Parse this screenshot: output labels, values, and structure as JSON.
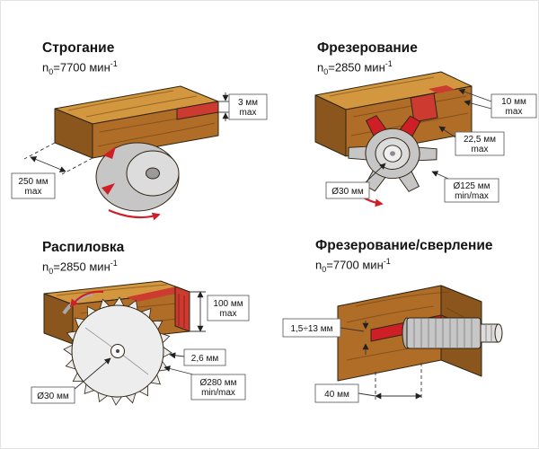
{
  "colors": {
    "wood_top": "#d2973f",
    "wood_front": "#b06d27",
    "wood_side": "#8a561d",
    "wood_cut_red": "#cd3a30",
    "accent_red": "#cf1f26",
    "metal_mid": "#c6c6c6",
    "metal_light": "#dcdcdc",
    "outline": "#2f2412",
    "dim_line": "#333333",
    "box_border": "#666666",
    "text": "#111111"
  },
  "panels": {
    "planing": {
      "title": "Строгание",
      "speed": {
        "base": "n",
        "sub": "0",
        "value": "=7700 мин",
        "sup": "-1"
      },
      "dims": {
        "depth": {
          "value": "3 мм",
          "note": "max"
        },
        "width": {
          "value": "250 мм",
          "note": "max"
        }
      }
    },
    "milling": {
      "title": "Фрезерование",
      "speed": {
        "base": "n",
        "sub": "0",
        "value": "=2850 мин",
        "sup": "-1"
      },
      "dims": {
        "depth": {
          "value": "10 мм",
          "note": "max"
        },
        "height": {
          "value": "22,5 мм",
          "note": "max"
        },
        "bore": {
          "value": "Ø30 мм"
        },
        "diameter": {
          "value": "Ø125 мм",
          "note": "min/max"
        }
      }
    },
    "sawing": {
      "title": "Распиловка",
      "speed": {
        "base": "n",
        "sub": "0",
        "value": "=2850 мин",
        "sup": "-1"
      },
      "dims": {
        "height": {
          "value": "100 мм",
          "note": "max"
        },
        "kerf": {
          "value": "2,6 мм"
        },
        "diameter": {
          "value": "Ø280 мм",
          "note": "min/max"
        },
        "bore": {
          "value": "Ø30 мм"
        }
      }
    },
    "drilling": {
      "title": "Фрезерование/сверление",
      "speed": {
        "base": "n",
        "sub": "0",
        "value": "=7700 мин",
        "sup": "-1"
      },
      "dims": {
        "range": {
          "value": "1,5÷13 мм"
        },
        "depth": {
          "value": "40 мм"
        }
      }
    }
  }
}
